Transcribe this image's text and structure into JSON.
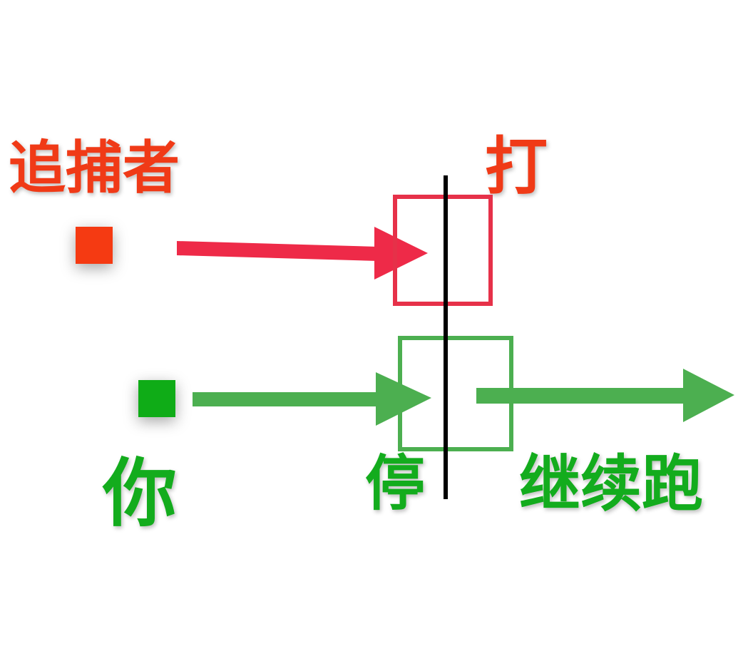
{
  "labels": {
    "chaser": "追捕者",
    "hit": "打",
    "you": "你",
    "stop": "停",
    "keep_running": "继续跑"
  },
  "colors": {
    "chaser_text": "#f03a17",
    "chaser_marker": "#f53a12",
    "chaser_arrow": "#ee2a48",
    "chaser_box": "#e63149",
    "you_text": "#13ac1d",
    "you_marker": "#0fac17",
    "you_arrow": "#4caf50",
    "you_box": "#4caf50",
    "divider_line": "#000000"
  }
}
